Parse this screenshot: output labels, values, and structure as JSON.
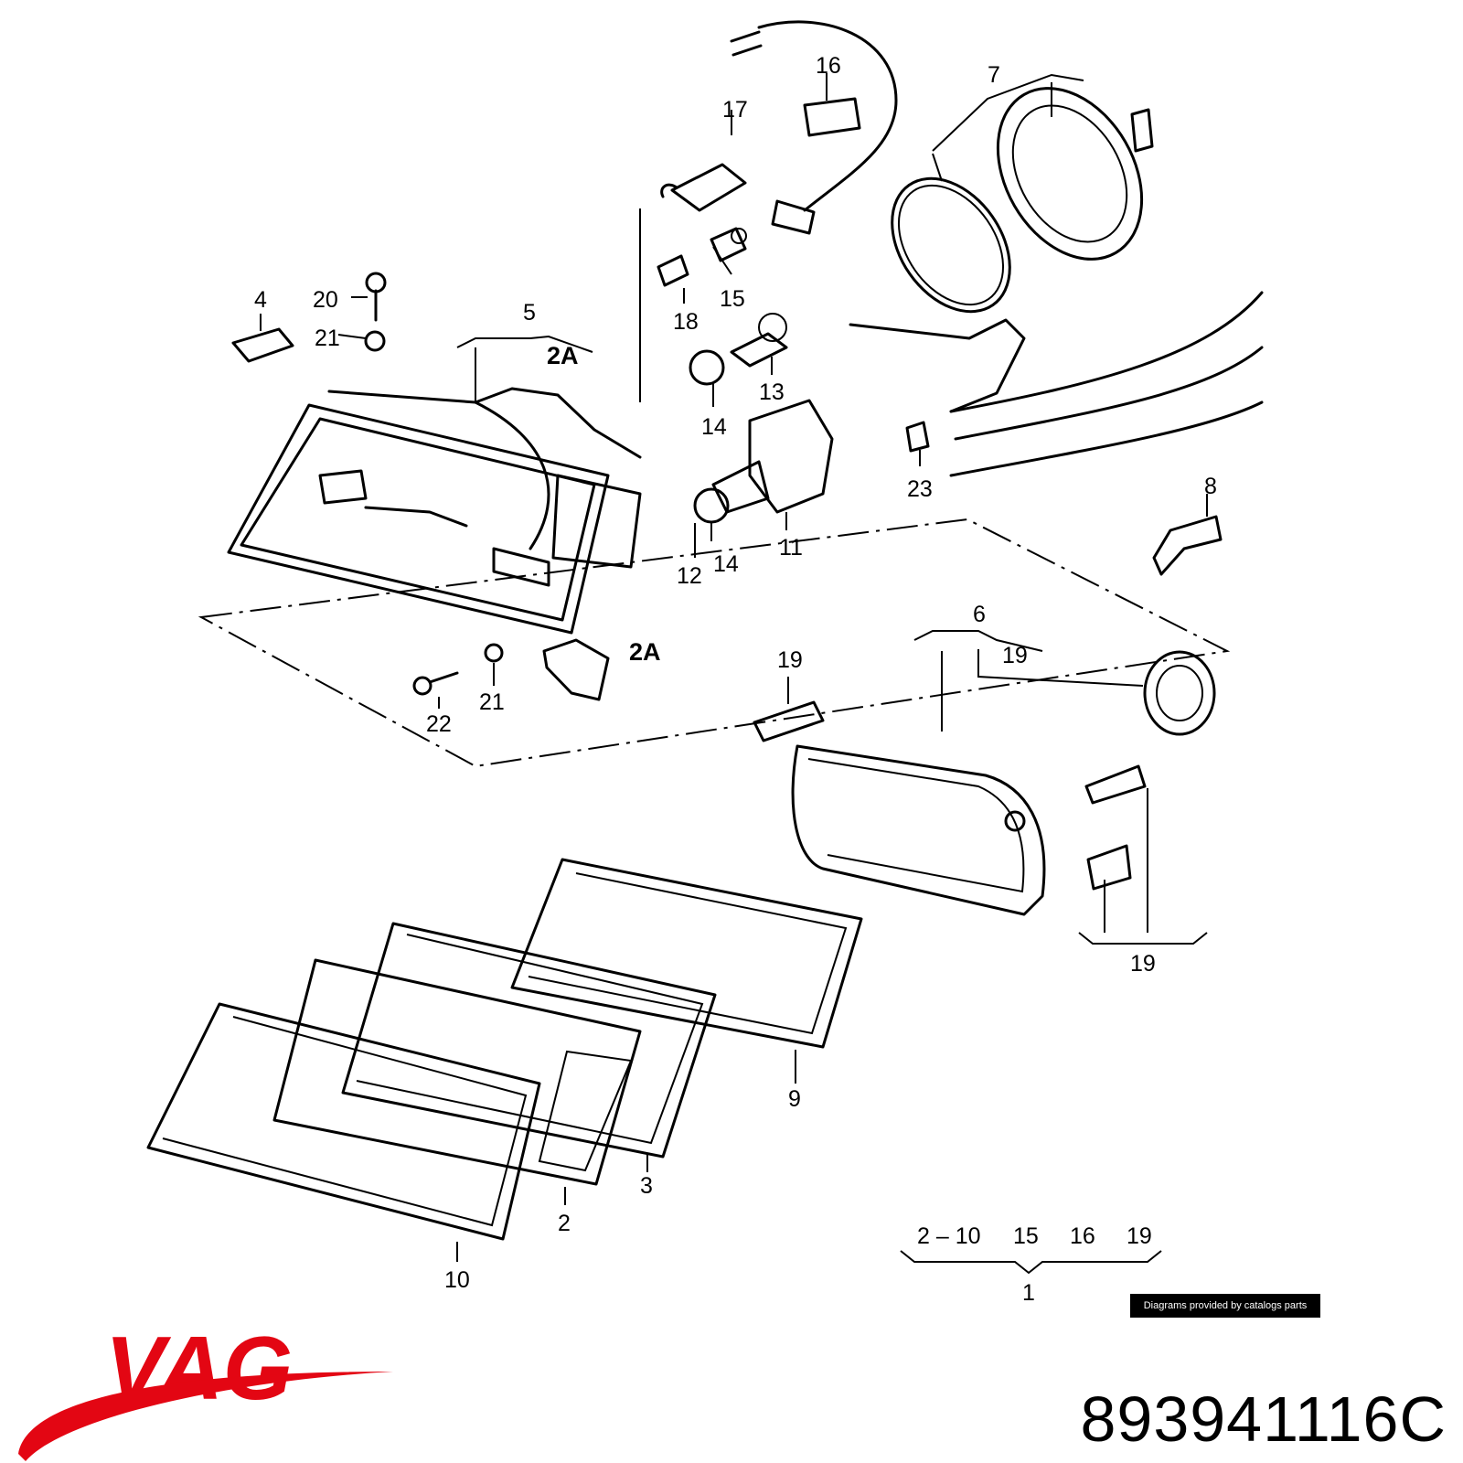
{
  "diagram": {
    "callouts": [
      "1",
      "2",
      "3",
      "4",
      "5",
      "6",
      "7",
      "8",
      "9",
      "10",
      "11",
      "12",
      "13",
      "14",
      "14",
      "15",
      "16",
      "17",
      "18",
      "19",
      "19",
      "19",
      "19",
      "20",
      "21",
      "21",
      "22",
      "23"
    ],
    "sub_labels": [
      "2A",
      "2A"
    ],
    "group_set": {
      "items": [
        "2 – 10",
        "15",
        "16",
        "19"
      ],
      "label": "1"
    }
  },
  "credit": "Diagrams provided by catalogs parts",
  "brand": {
    "logo_text": "VAG",
    "logo_color": "#e30613"
  },
  "part_number": "893941116C"
}
